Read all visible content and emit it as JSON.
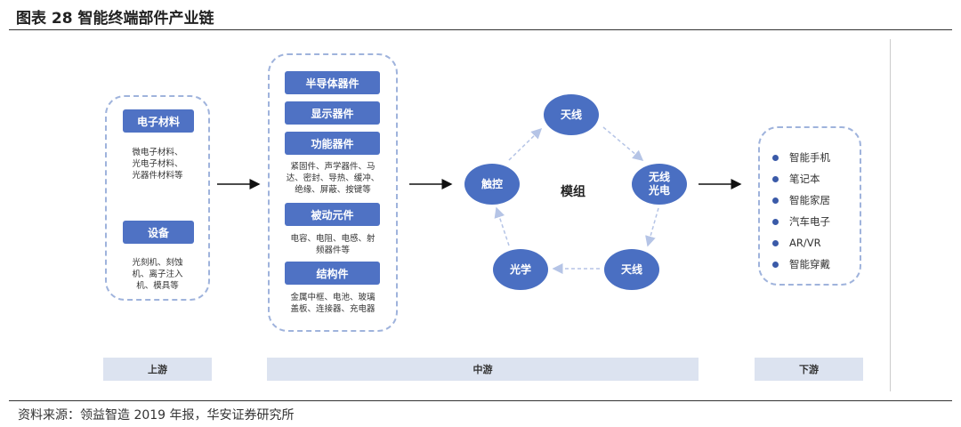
{
  "title": "图表 28 智能终端部件产业链",
  "upstream": {
    "materials": "电子材料",
    "materials_desc": [
      "微电子材料、",
      "光电子材料、",
      "光器件材料等"
    ],
    "equipment": "设备",
    "equipment_desc": [
      "光刻机、刻蚀",
      "机、离子注入",
      "机、模具等"
    ]
  },
  "midstream": {
    "semi": "半导体器件",
    "display": "显示器件",
    "functional": "功能器件",
    "functional_desc": [
      "紧固件、声学器件、马",
      "达、密封、导热、缓冲、",
      "绝缘、屏蔽、按键等"
    ],
    "passive": "被动元件",
    "passive_desc": [
      "电容、电阻、电感、射",
      "频器件等"
    ],
    "structural": "结构件",
    "structural_desc": [
      "金属中框、电池、玻璃",
      "盖板、连接器、充电器"
    ]
  },
  "module": {
    "center": "模组",
    "antenna_top": "天线",
    "wireless_a": "无线",
    "wireless_b": "光电",
    "antenna_bottom": "天线",
    "optics": "光学",
    "touch": "触控"
  },
  "downstream": [
    "智能手机",
    "笔记本",
    "智能家居",
    "汽车电子",
    "AR/VR",
    "智能穿戴"
  ],
  "stages": {
    "up": "上游",
    "mid": "中游",
    "down": "下游"
  },
  "source": "资料来源：领益智造 2019 年报，华安证券研究所"
}
